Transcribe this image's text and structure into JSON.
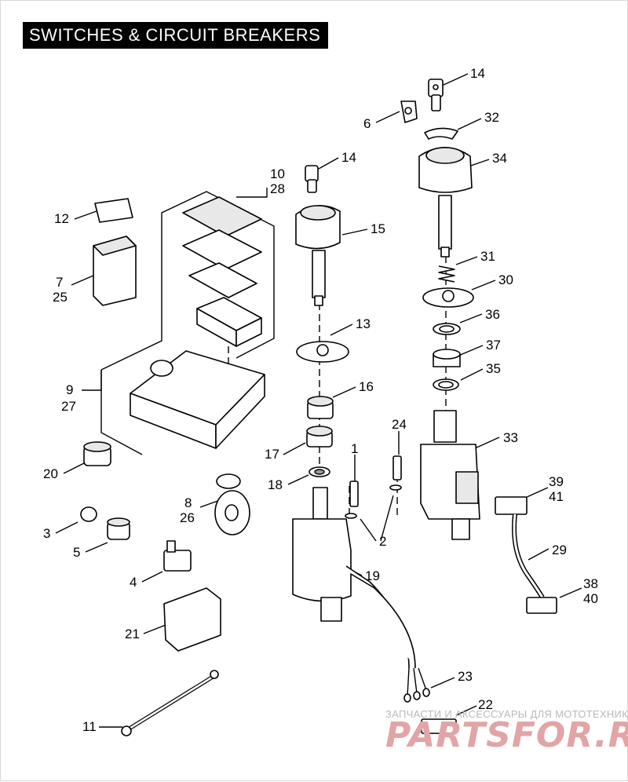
{
  "title": "SWITCHES & CIRCUIT BREAKERS",
  "callouts": {
    "c14a": "14",
    "c6": "6",
    "c32": "32",
    "c34": "34",
    "c14b": "14",
    "c10": "10",
    "c28": "28",
    "c12": "12",
    "c15": "15",
    "c31": "31",
    "c7": "7",
    "c25": "25",
    "c30": "30",
    "c36": "36",
    "c13": "13",
    "c37": "37",
    "c35": "35",
    "c16": "16",
    "c9": "9",
    "c27": "27",
    "c24": "24",
    "c33": "33",
    "c17": "17",
    "c1": "1",
    "c20": "20",
    "c18": "18",
    "c39": "39",
    "c41": "41",
    "c8": "8",
    "c26": "26",
    "c3": "3",
    "c2": "2",
    "c5": "5",
    "c29": "29",
    "c19": "19",
    "c4": "4",
    "c38": "38",
    "c40": "40",
    "c21": "21",
    "c23": "23",
    "c22": "22",
    "c11": "11"
  },
  "watermark": {
    "line1": "ЗАПЧАСТИ И АКСЕССУАРЫ ДЛЯ МОТОТЕХНИКИ",
    "line2": "PARTSFOR.RU"
  },
  "colors": {
    "ink": "#000000",
    "title_bg": "#000000",
    "title_fg": "#ffffff",
    "watermark": "#e2a4a6"
  }
}
